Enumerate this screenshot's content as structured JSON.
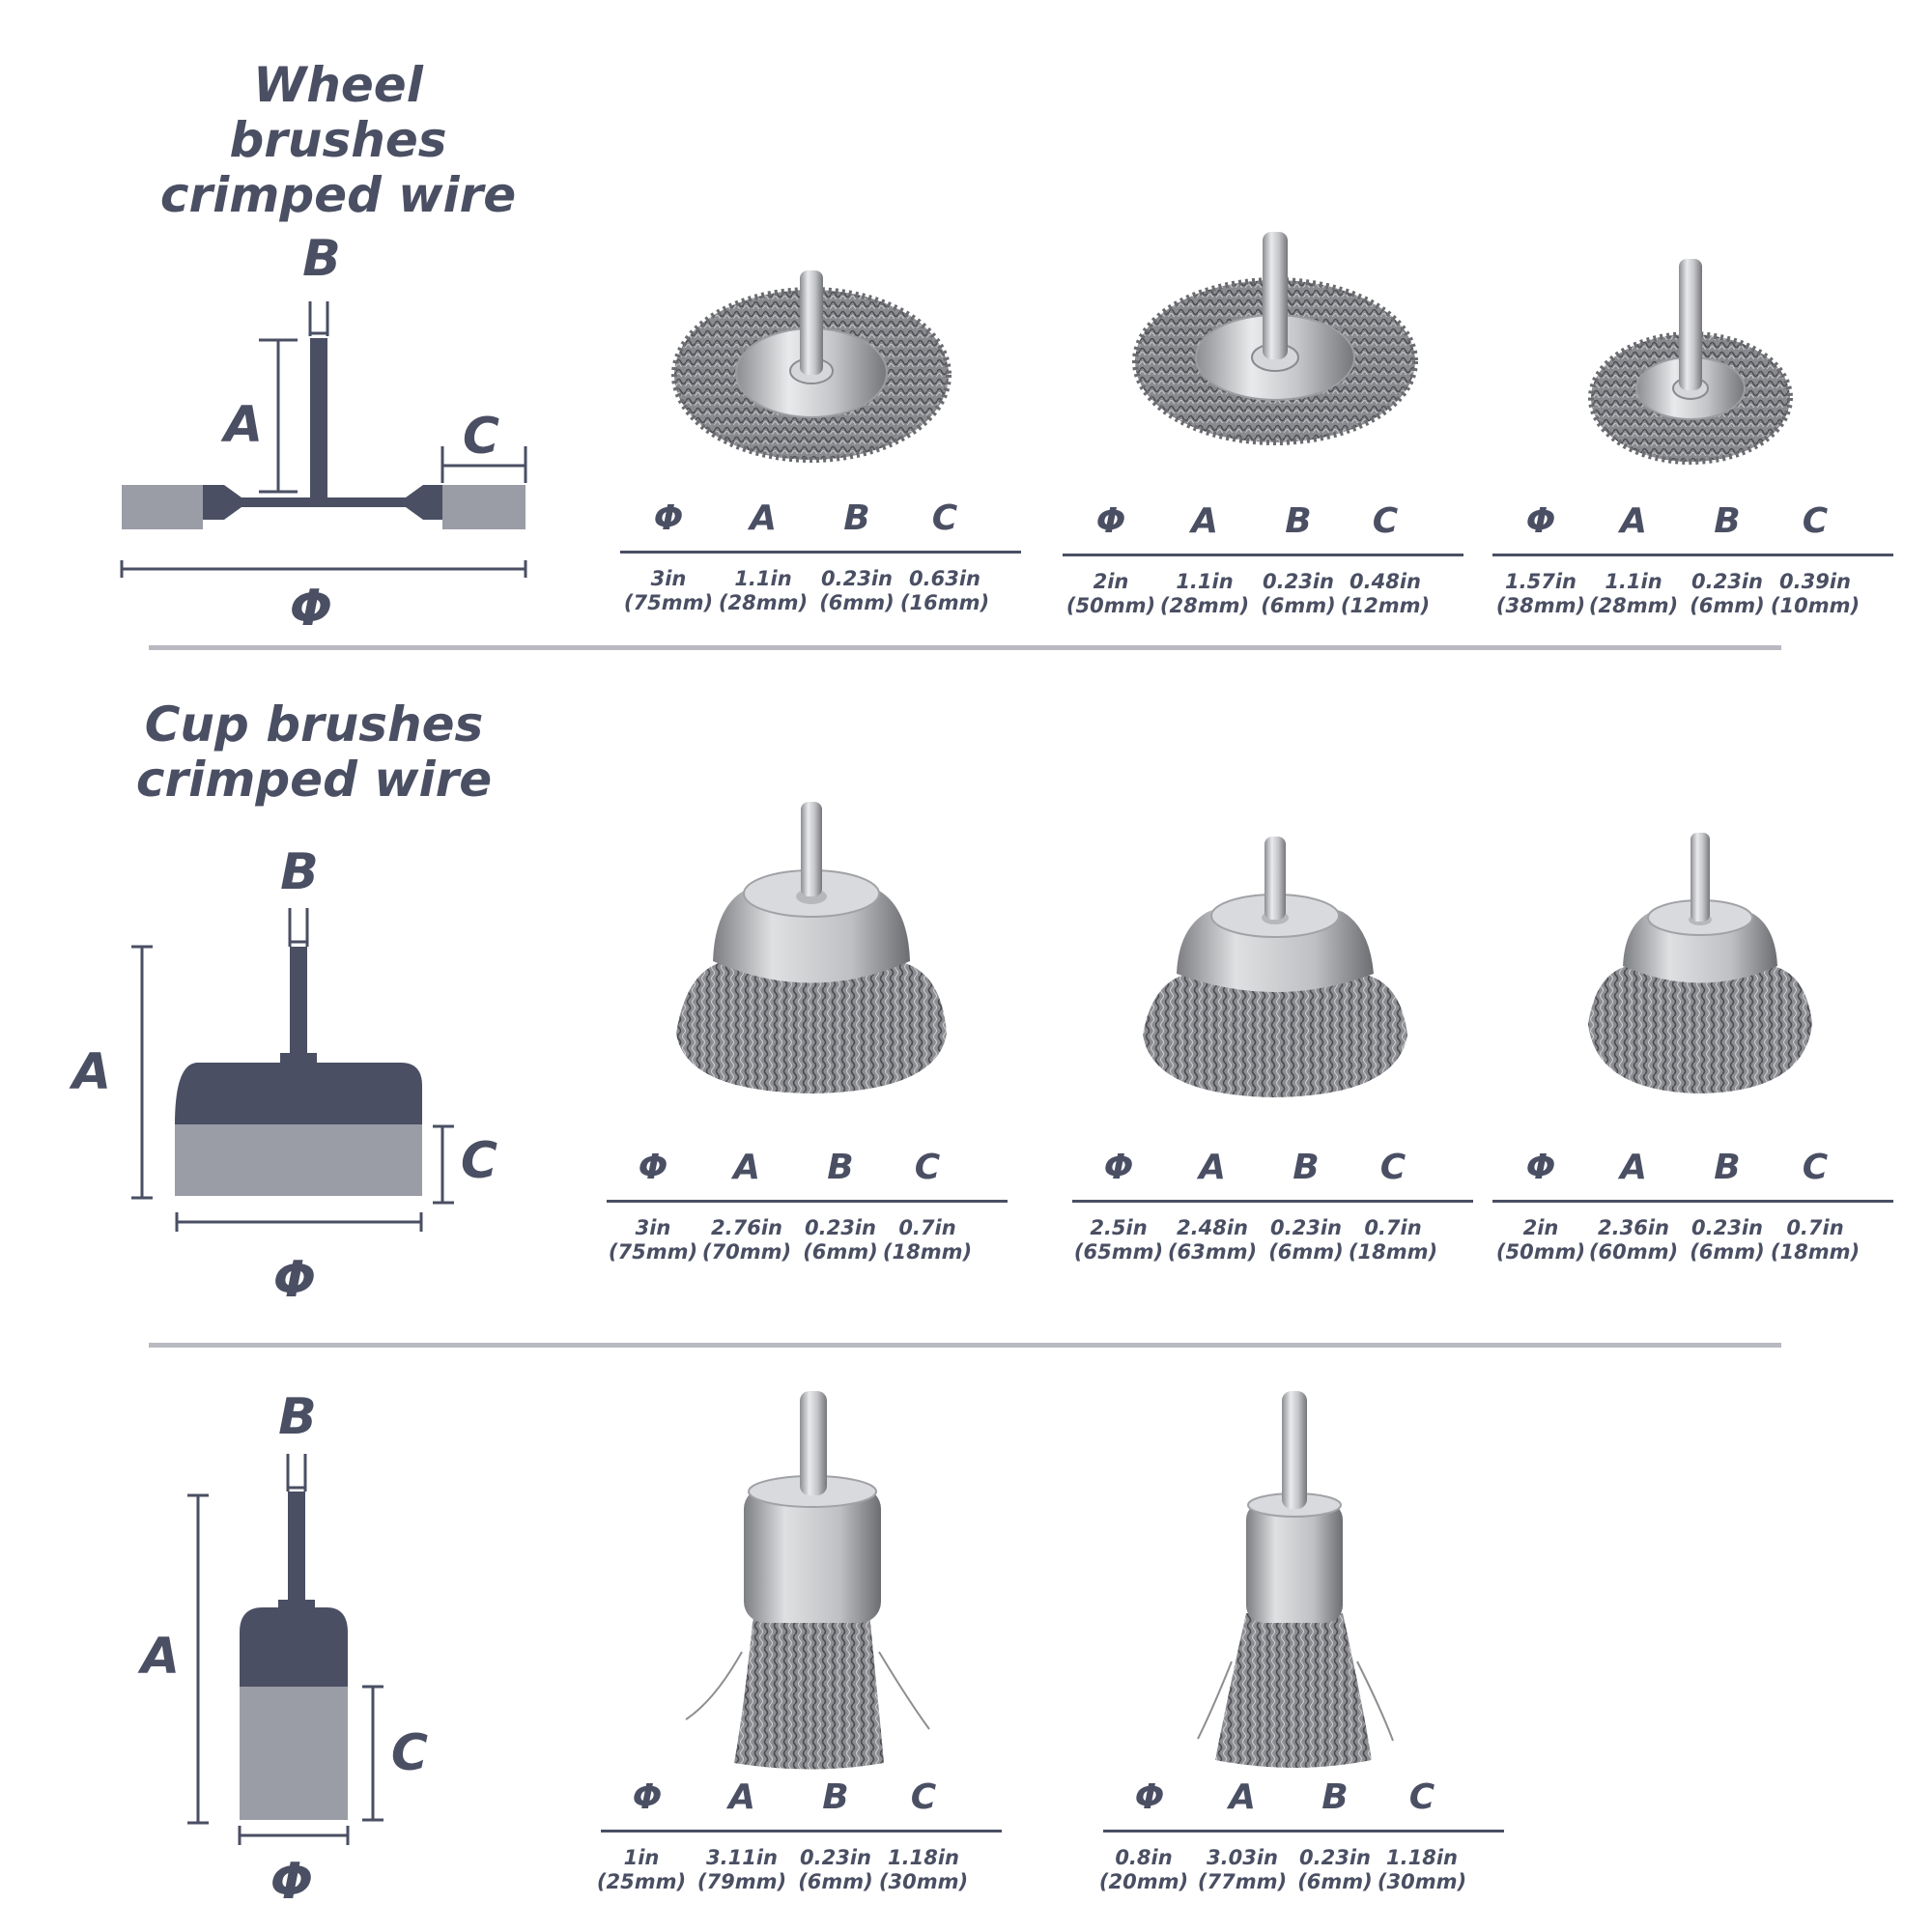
{
  "sections": [
    {
      "title_line1": "Wheel brushes",
      "title_line2": "crimped wire",
      "diagram_labels": {
        "b": "B",
        "a": "A",
        "c": "C",
        "phi": "Φ"
      },
      "headers": [
        "Φ",
        "A",
        "B",
        "C"
      ],
      "products": [
        {
          "values": [
            [
              "3in",
              "(75mm)"
            ],
            [
              "1.1in",
              "(28mm)"
            ],
            [
              "0.23in",
              "(6mm)"
            ],
            [
              "0.63in",
              "(16mm)"
            ]
          ]
        },
        {
          "values": [
            [
              "2in",
              "(50mm)"
            ],
            [
              "1.1in",
              "(28mm)"
            ],
            [
              "0.23in",
              "(6mm)"
            ],
            [
              "0.48in",
              "(12mm)"
            ]
          ]
        },
        {
          "values": [
            [
              "1.57in",
              "(38mm)"
            ],
            [
              "1.1in",
              "(28mm)"
            ],
            [
              "0.23in",
              "(6mm)"
            ],
            [
              "0.39in",
              "(10mm)"
            ]
          ]
        }
      ]
    },
    {
      "title_line1": "Cup brushes",
      "title_line2": "crimped wire",
      "diagram_labels": {
        "b": "B",
        "a": "A",
        "c": "C",
        "phi": "Φ"
      },
      "headers": [
        "Φ",
        "A",
        "B",
        "C"
      ],
      "products": [
        {
          "values": [
            [
              "3in",
              "(75mm)"
            ],
            [
              "2.76in",
              "(70mm)"
            ],
            [
              "0.23in",
              "(6mm)"
            ],
            [
              "0.7in",
              "(18mm)"
            ]
          ]
        },
        {
          "values": [
            [
              "2.5in",
              "(65mm)"
            ],
            [
              "2.48in",
              "(63mm)"
            ],
            [
              "0.23in",
              "(6mm)"
            ],
            [
              "0.7in",
              "(18mm)"
            ]
          ]
        },
        {
          "values": [
            [
              "2in",
              "(50mm)"
            ],
            [
              "2.36in",
              "(60mm)"
            ],
            [
              "0.23in",
              "(6mm)"
            ],
            [
              "0.7in",
              "(18mm)"
            ]
          ]
        }
      ]
    },
    {
      "diagram_labels": {
        "b": "B",
        "a": "A",
        "c": "C",
        "phi": "Φ"
      },
      "headers": [
        "Φ",
        "A",
        "B",
        "C"
      ],
      "products": [
        {
          "values": [
            [
              "1in",
              "(25mm)"
            ],
            [
              "3.11in",
              "(79mm)"
            ],
            [
              "0.23in",
              "(6mm)"
            ],
            [
              "1.18in",
              "(30mm)"
            ]
          ]
        },
        {
          "values": [
            [
              "0.8in",
              "(20mm)"
            ],
            [
              "3.03in",
              "(77mm)"
            ],
            [
              "0.23in",
              "(6mm)"
            ],
            [
              "1.18in",
              "(30mm)"
            ]
          ]
        }
      ]
    }
  ],
  "colors": {
    "dark": "#4a4f63",
    "light": "#9a9ca6",
    "separator": "#b9bac1",
    "wire": "#8d8e92",
    "metal": "#cfd0d3"
  }
}
